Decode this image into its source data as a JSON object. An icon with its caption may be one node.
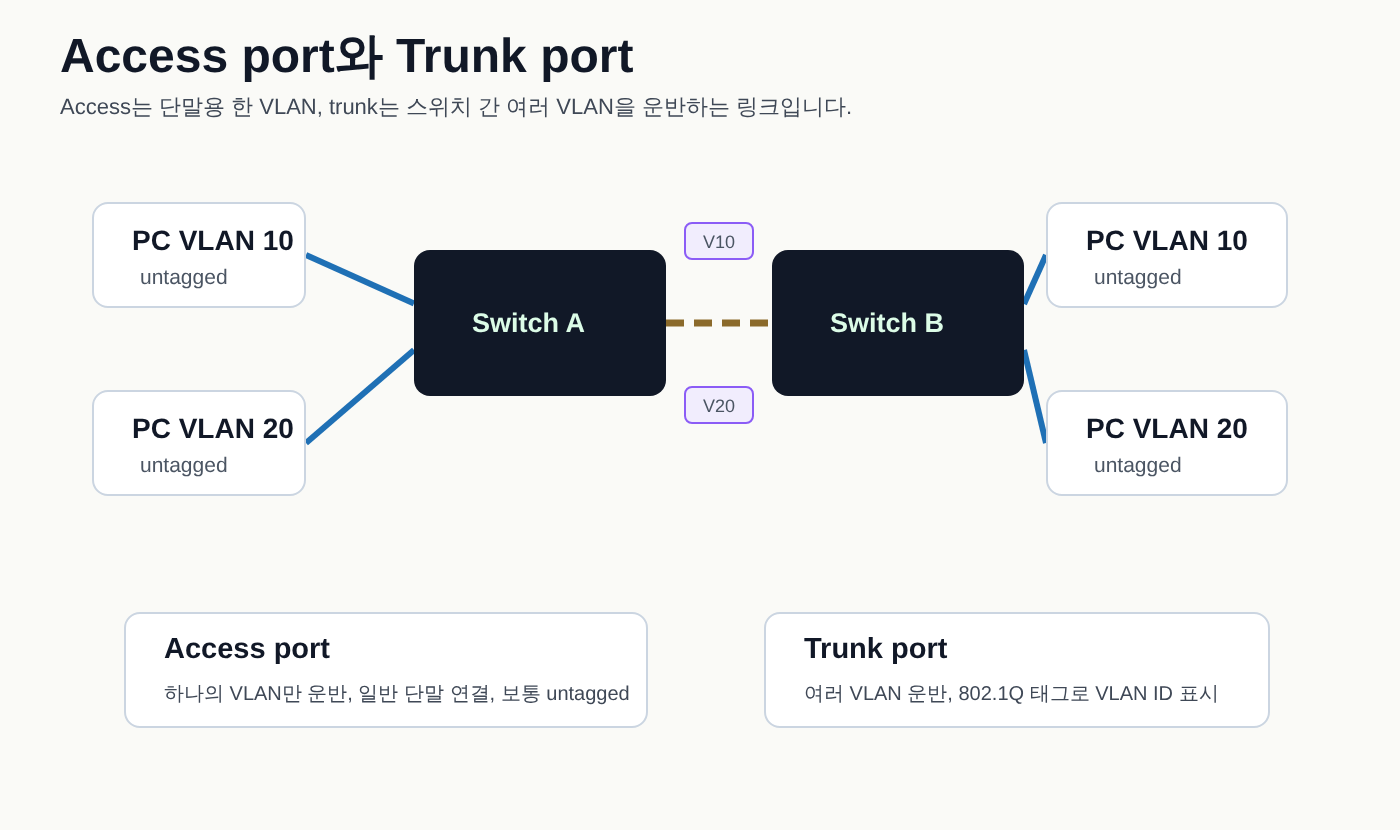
{
  "diagram": {
    "title": "Access port와 Trunk port",
    "nodes": [
      {
        "text": [
          "PC VLAN 10",
          "untagged"
        ]
      },
      {
        "text": [
          "PC VLAN 20",
          "untagged"
        ]
      },
      {
        "text": [
          "Switch A"
        ]
      },
      {
        "text": [
          "Switch B"
        ]
      },
      {
        "text": [
          "PC VLAN 10",
          "untagged"
        ]
      },
      {
        "text": [
          "PC VLAN 20",
          "untagged"
        ]
      },
      {
        "text": [
          "V10"
        ]
      },
      {
        "text": [
          "V20"
        ]
      },
      {
        "text": [
          "Access port",
          "하나의 VLAN만 운반, 일반 단말 연결, 보통 untagged"
        ]
      },
      {
        "text": [
          "Trunk port",
          "여러 VLAN 운반, 802.1Q 태그로 VLAN ID 표시"
        ]
      }
    ],
    "edges": [
      {
        "from": 0,
        "to": 2,
        "arrow": "none"
      },
      {
        "from": 1,
        "to": 2,
        "arrow": "none"
      },
      {
        "from": 2,
        "to": 3,
        "arrow": "none",
        "style": "dashed",
        "color": "#8b6a2b"
      },
      {
        "from": 3,
        "to": 4,
        "arrow": "none"
      },
      {
        "from": 3,
        "to": 5,
        "arrow": "none"
      }
    ],
    "labels": [
      "Access는 단말용 한 VLAN, trunk는 스위치 간 여러 VLAN을 운반하는 링크입니다."
    ]
  }
}
